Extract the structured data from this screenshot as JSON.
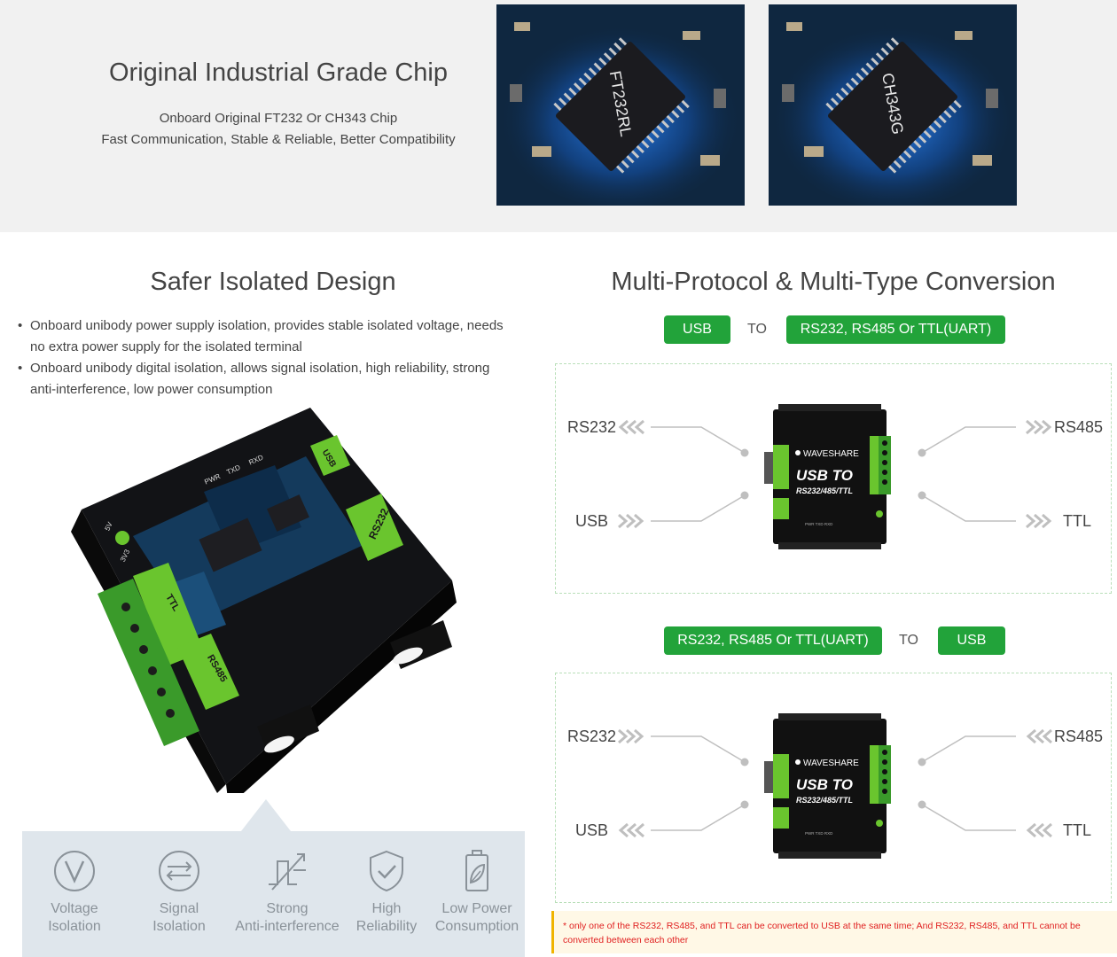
{
  "top": {
    "title": "Original Industrial Grade Chip",
    "subtitle_line1": "Onboard Original FT232 Or CH343 Chip",
    "subtitle_line2": "Fast Communication, Stable & Reliable, Better Compatibility",
    "chip1_label": "FT232RL",
    "chip2_label": "CH343G"
  },
  "left": {
    "title": "Safer Isolated Design",
    "bullets": [
      "Onboard unibody power supply isolation, provides stable isolated voltage, needs no extra power supply for the isolated terminal",
      "Onboard unibody digital isolation, allows signal isolation, high reliability, strong anti-interference, low power consumption"
    ],
    "device_labels": {
      "usb": "USB",
      "rs232": "RS232",
      "ttl": "TTL",
      "rs485": "RS485",
      "pwr": "PWR",
      "txd": "TXD",
      "rxd": "RXD",
      "v5": "5V",
      "v33": "3V3"
    },
    "features": [
      {
        "icon": "voltage-isolation-icon",
        "line1": "Voltage",
        "line2": "Isolation"
      },
      {
        "icon": "signal-isolation-icon",
        "line1": "Signal",
        "line2": "Isolation"
      },
      {
        "icon": "anti-interference-icon",
        "line1": "Strong",
        "line2": "Anti-interference"
      },
      {
        "icon": "shield-check-icon",
        "line1": "High",
        "line2": "Reliability"
      },
      {
        "icon": "battery-leaf-icon",
        "line1": "Low Power",
        "line2": "Consumption"
      }
    ]
  },
  "right": {
    "title": "Multi-Protocol & Multi-Type Conversion",
    "row1": {
      "left_pill": "USB",
      "to": "TO",
      "right_pill": "RS232, RS485 Or TTL(UART)"
    },
    "row2": {
      "left_pill": "RS232, RS485 Or TTL(UART)",
      "to": "TO",
      "right_pill": "USB"
    },
    "labels": {
      "rs232": "RS232",
      "usb": "USB",
      "rs485": "RS485",
      "ttl": "TTL"
    },
    "device": {
      "brand": "WAVESHARE",
      "line1": "USB TO",
      "line2": "RS232/485/TTL",
      "leds": "PWR  TXD  RXD"
    },
    "note": "* only one of the RS232, RS485, and TTL can be converted to USB at the same time; And RS232, RS485, and TTL cannot be converted between each other"
  },
  "colors": {
    "green": "#22a33a",
    "device_green": "#6ac52e",
    "note_red": "#e02020"
  }
}
